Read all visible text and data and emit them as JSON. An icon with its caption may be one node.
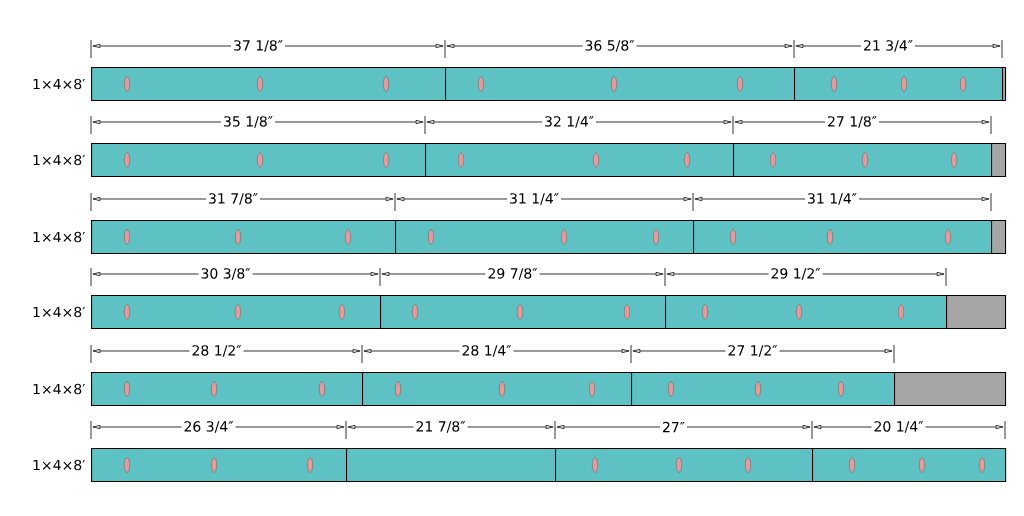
{
  "diagram": {
    "nodes": [
      {
        "text": [],
        "shape": "bar",
        "beside": [
          "1×4×8′"
        ]
      },
      {
        "text": [],
        "shape": "box",
        "in": 0
      },
      {
        "text": [],
        "shape": "box",
        "in": 0
      },
      {
        "text": [],
        "shape": "box",
        "in": 0
      },
      {
        "text": [],
        "shape": "bar",
        "beside": [
          "1×4×8′"
        ]
      },
      {
        "text": [],
        "shape": "box",
        "in": 4
      },
      {
        "text": [],
        "shape": "box",
        "in": 4
      },
      {
        "text": [],
        "shape": "box",
        "in": 4
      },
      {
        "text": [],
        "shape": "bar",
        "beside": [
          "1×4×8′"
        ]
      },
      {
        "text": [],
        "shape": "box",
        "in": 8
      },
      {
        "text": [],
        "shape": "box",
        "in": 8
      },
      {
        "text": [],
        "shape": "box",
        "in": 8
      },
      {
        "text": [],
        "shape": "bar",
        "beside": [
          "1×4×8′"
        ]
      },
      {
        "text": [],
        "shape": "box",
        "in": 12
      },
      {
        "text": [],
        "shape": "box",
        "in": 12
      },
      {
        "text": [],
        "shape": "box",
        "in": 12
      },
      {
        "text": [],
        "shape": "bar",
        "beside": [
          "1×4×8′"
        ]
      },
      {
        "text": [],
        "shape": "box",
        "in": 16
      },
      {
        "text": [],
        "shape": "box",
        "in": 16
      },
      {
        "text": [],
        "shape": "box",
        "in": 16
      },
      {
        "text": [],
        "shape": "bar",
        "beside": [
          "1×4×8′"
        ]
      },
      {
        "text": [],
        "shape": "box",
        "in": 20
      },
      {
        "text": [],
        "shape": "box",
        "in": 20
      },
      {
        "text": [],
        "shape": "box",
        "in": 20
      },
      {
        "text": [],
        "shape": "box",
        "in": 20
      }
    ],
    "labels": [
      "37 1/8″",
      "36 5/8″",
      "21 3/4″",
      "35 1/8″",
      "32 1/4″",
      "27 1/8″",
      "31 7/8″",
      "31 1/4″",
      "31 1/4″",
      "30 3/8″",
      "29 7/8″",
      "29 1/2″",
      "28 1/2″",
      "28 1/4″",
      "27 1/2″",
      "26 3/4″",
      "21 7/8″",
      "27″",
      "20 1/4″"
    ]
  }
}
